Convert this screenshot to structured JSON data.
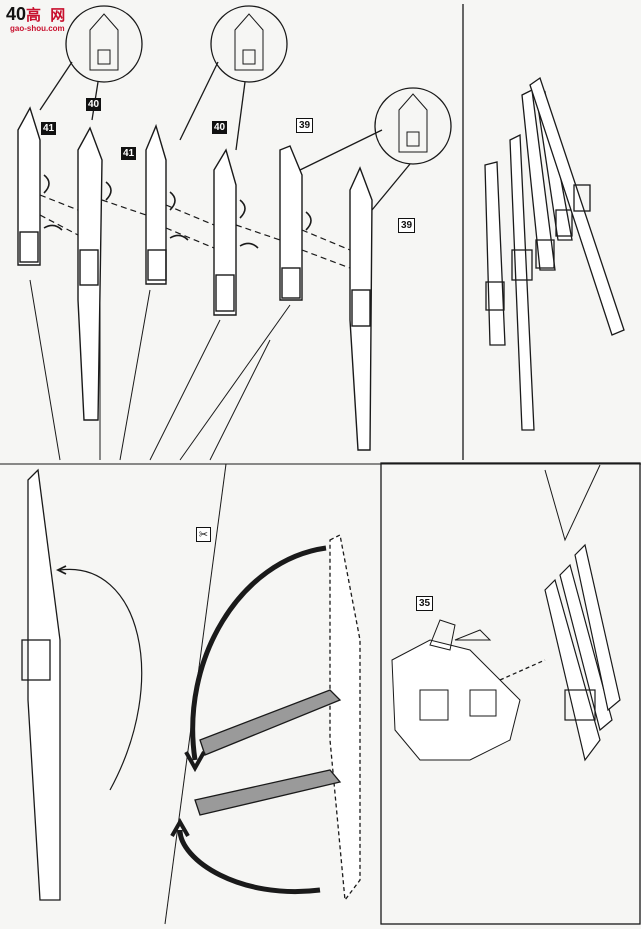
{
  "header": {
    "page_number": "40",
    "logo_chars": "高 网",
    "logo_url": "gao-shou.com"
  },
  "top_left": {
    "callouts": [
      "41",
      "40",
      "41",
      "40",
      "39",
      "39"
    ]
  },
  "bottom_right": {
    "part_label": "35"
  },
  "bottom_middle": {
    "tool_mark": "✂"
  },
  "colors": {
    "ink": "#1a1a1a",
    "paper": "#f6f6f4",
    "accent": "#c8102e",
    "gray_plate": "#9a9a9a"
  }
}
